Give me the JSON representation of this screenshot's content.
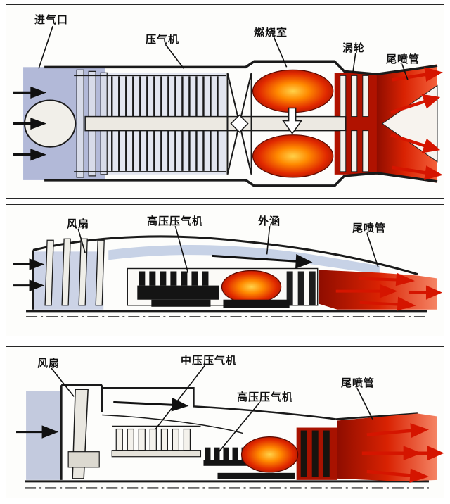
{
  "colors": {
    "combustion_red": "#e02800",
    "flame_orange": "#ff8a00",
    "exhaust_dark_red": "#8f0d00",
    "exhaust_light": "#f4623c",
    "intake_blue": "#b2b9d8",
    "bypass_blue": "#c7d2e6",
    "line_black": "#1a1a1a"
  },
  "panels": [
    {
      "labels": [
        {
          "id": "intake",
          "text": "进气口"
        },
        {
          "id": "compressor",
          "text": "压气机"
        },
        {
          "id": "combustion-chamber",
          "text": "燃烧室"
        },
        {
          "id": "turbine",
          "text": "涡轮"
        },
        {
          "id": "exhaust-nozzle",
          "text": "尾喷管"
        }
      ]
    },
    {
      "labels": [
        {
          "id": "fan",
          "text": "风扇"
        },
        {
          "id": "hp-compressor",
          "text": "高压压气机"
        },
        {
          "id": "bypass-duct",
          "text": "外涵"
        },
        {
          "id": "exhaust-nozzle",
          "text": "尾喷管"
        }
      ]
    },
    {
      "labels": [
        {
          "id": "fan",
          "text": "风扇"
        },
        {
          "id": "ip-compressor",
          "text": "中压压气机"
        },
        {
          "id": "hp-compressor",
          "text": "高压压气机"
        },
        {
          "id": "exhaust-nozzle",
          "text": "尾喷管"
        }
      ]
    }
  ]
}
